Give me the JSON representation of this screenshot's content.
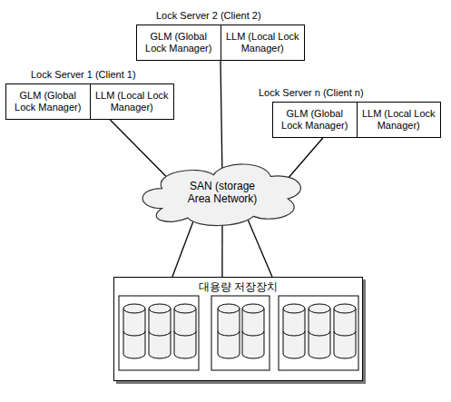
{
  "diagram": {
    "nodes": [
      {
        "text": [
          "Lock Server 2 (Client 2)"
        ]
      },
      {
        "text": [
          "GLM (Global Lock Manager)"
        ],
        "in": 0
      },
      {
        "text": [
          "LLM (Local Lock Manager)"
        ],
        "in": 0
      },
      {
        "text": [
          "Lock Server 1 (Client 1)"
        ]
      },
      {
        "text": [
          "GLM (Global Lock Manager)"
        ],
        "in": 3
      },
      {
        "text": [
          "LLM (Local Lock Manager)"
        ],
        "in": 3
      },
      {
        "text": [
          "Lock Server n (Client n)"
        ]
      },
      {
        "text": [
          "GLM (Global Lock Manager)"
        ],
        "in": 6
      },
      {
        "text": [
          "LLM (Local Lock Manager)"
        ],
        "in": 6
      },
      {
        "text": [
          "SAN (storage Area Network)"
        ]
      },
      {
        "text": [
          "대용량 저장장치"
        ]
      }
    ],
    "edges": [
      {
        "from": 0,
        "to": 9,
        "arrow": "none"
      },
      {
        "from": 3,
        "to": 9,
        "arrow": "none"
      },
      {
        "from": 6,
        "to": 9,
        "arrow": "none"
      },
      {
        "from": 9,
        "to": 10,
        "arrow": "none"
      },
      {
        "from": 9,
        "to": 10,
        "arrow": "none"
      },
      {
        "from": 9,
        "to": 10,
        "arrow": "none"
      }
    ]
  }
}
